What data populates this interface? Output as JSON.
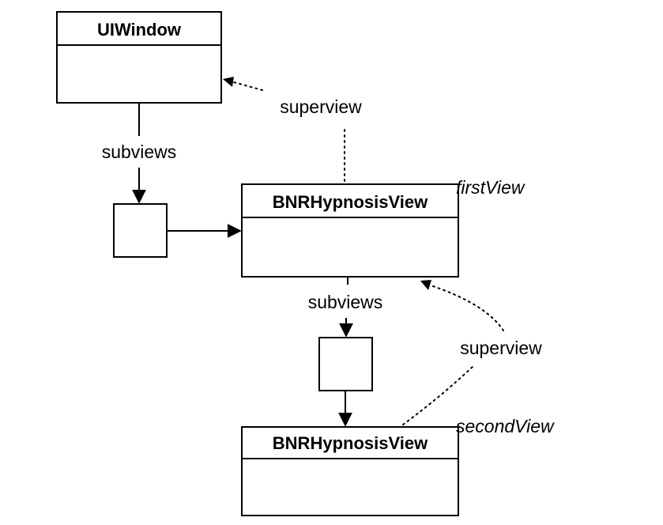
{
  "nodes": {
    "uiwindow": {
      "title": "UIWindow"
    },
    "first_view": {
      "title": "BNRHypnosisView",
      "instance": "firstView"
    },
    "second_view": {
      "title": "BNRHypnosisView",
      "instance": "secondView"
    }
  },
  "edges": {
    "window_subviews": "subviews",
    "first_superview": "superview",
    "first_subviews": "subviews",
    "second_superview": "superview"
  }
}
